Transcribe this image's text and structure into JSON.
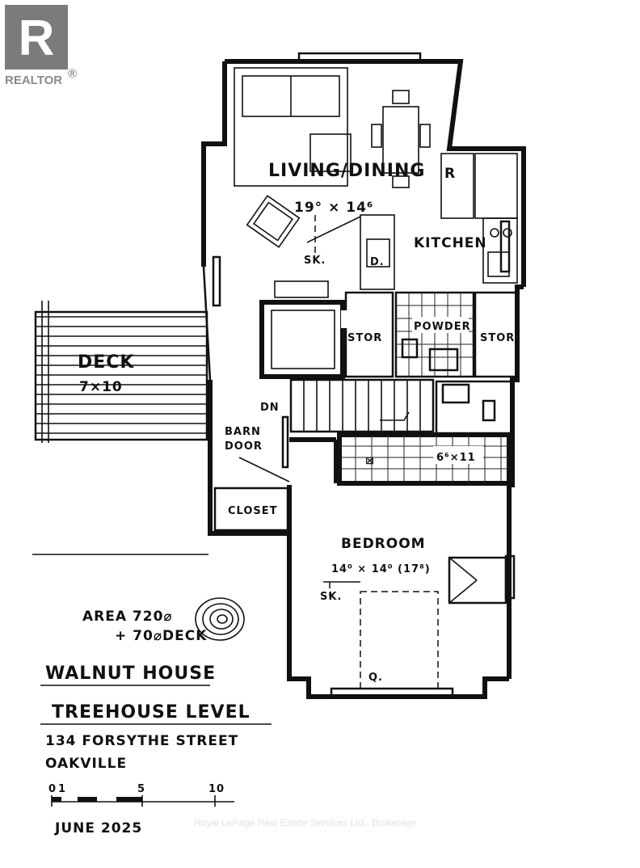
{
  "logo": {
    "brand": "REALTOR",
    "letter": "R",
    "mark": "®"
  },
  "rooms": {
    "living_dining": "LIVING/DINING",
    "living_size": "19° × 14⁶",
    "kitchen": "KITCHEN",
    "fridge": "R",
    "sink": "SK.",
    "dishwasher": "D.",
    "stor_left": "STOR",
    "powder": "POWDER",
    "stor_right": "STOR",
    "deck": "DECK",
    "deck_size": "7×10",
    "down": "DN",
    "barn_door_1": "BARN",
    "barn_door_2": "DOOR",
    "closet": "CLOSET",
    "bath_size": "6⁶×11",
    "bedroom": "BEDROOM",
    "bedroom_size": "14⁰ × 14⁰ (17⁸)",
    "bedroom_sink": "SK.",
    "bed": "Q."
  },
  "notes": {
    "area": "AREA 720⌀",
    "deck_area": "+ 70⌀DECK"
  },
  "title_block": {
    "name": "WALNUT HOUSE",
    "level": "TREEHOUSE LEVEL",
    "address_1": "134 FORSYTHE STREET",
    "address_2": "OAKVILLE",
    "date": "JUNE 2025"
  },
  "scale_bar": {
    "labels": [
      "0",
      "1",
      "5",
      "10"
    ]
  },
  "watermark": "Royal LePage Real Estate Services Ltd., Brokerage"
}
